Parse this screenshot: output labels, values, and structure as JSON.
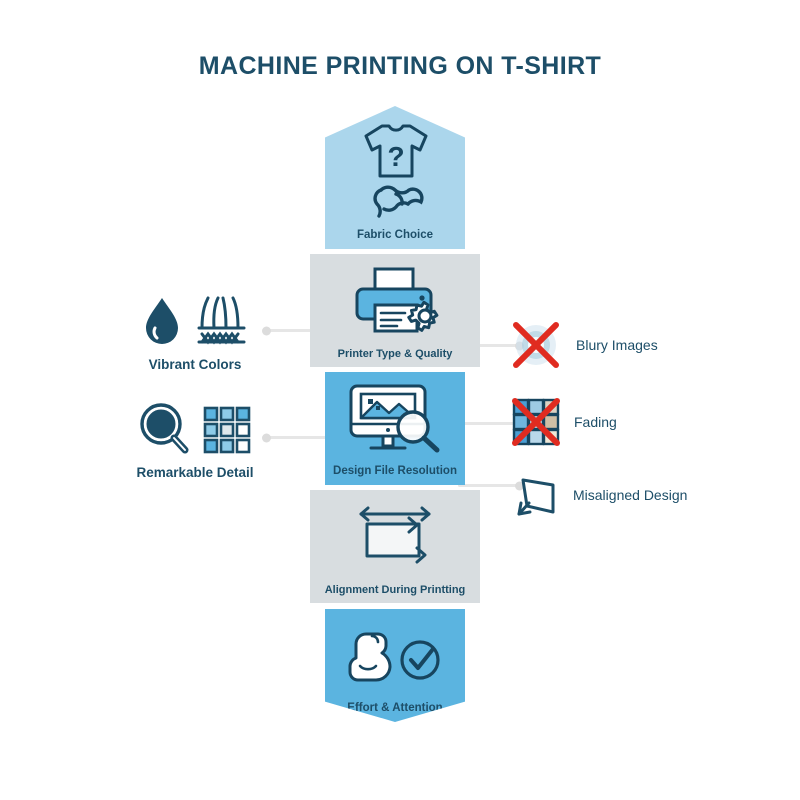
{
  "title": "MACHINE PRINTING ON T-SHIRT",
  "colors": {
    "navy": "#1d4e68",
    "light_blue": "#abd6ec",
    "medium_blue": "#5bb4e0",
    "gray": "#d8dde0",
    "red": "#e02b20",
    "connector": "#e6e6e6",
    "background": "#ffffff"
  },
  "steps": [
    {
      "label": "Fabric Choice",
      "icons": [
        "tshirt-question-icon",
        "knit-loop-icon"
      ],
      "band": "light-blue-arrow-top"
    },
    {
      "label": "Printer Type & Quality",
      "icons": [
        "printer-gear-icon"
      ],
      "band": "gray"
    },
    {
      "label": "Design File Resolution",
      "icons": [
        "monitor-image-magnifier-icon"
      ],
      "band": "medium-blue"
    },
    {
      "label": "Alignment During Printting",
      "icons": [
        "alignment-arrows-icon"
      ],
      "band": "gray"
    },
    {
      "label": "Effort & Attention",
      "icons": [
        "flexed-bicep-icon",
        "check-circle-icon"
      ],
      "band": "medium-blue-arrow-bottom"
    }
  ],
  "benefits": [
    {
      "label": "Vibrant Colors",
      "icons": [
        "ink-drop-icon",
        "fabric-fiber-icon"
      ]
    },
    {
      "label": "Remarkable Detail",
      "icons": [
        "magnifier-icon",
        "pixel-grid-icon"
      ]
    }
  ],
  "problems": [
    {
      "label": "Blury Images",
      "icon": "blurred-circle-crossed-icon"
    },
    {
      "label": "Fading",
      "icon": "color-grid-crossed-icon"
    },
    {
      "label": "Misaligned Design",
      "icon": "skewed-frame-icon"
    }
  ]
}
